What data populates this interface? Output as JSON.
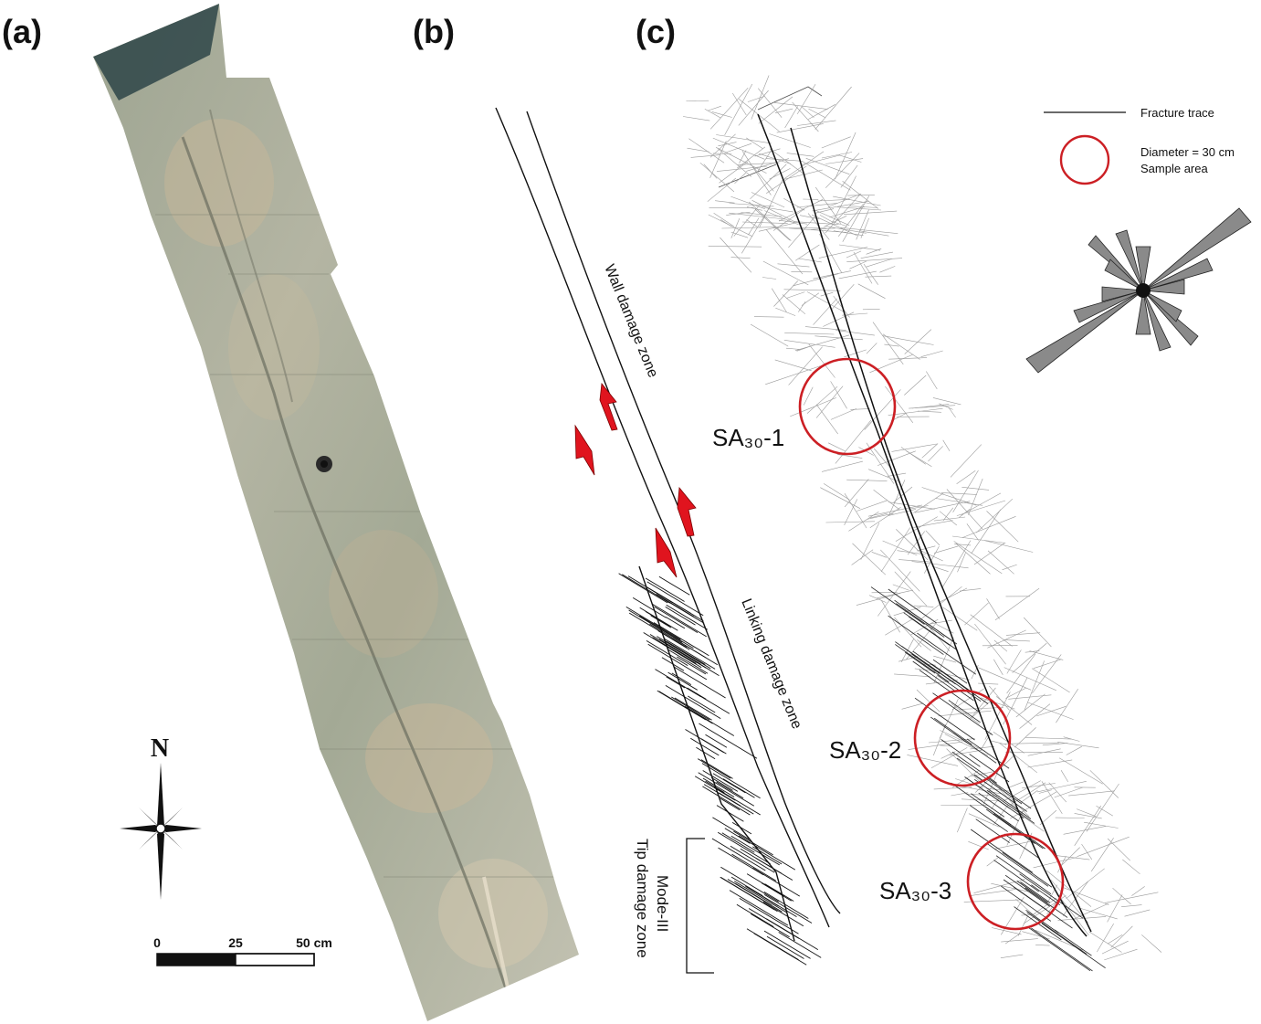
{
  "panels": {
    "a": "(a)",
    "b": "(b)",
    "c": "(c)"
  },
  "compass": {
    "north_label": "N"
  },
  "scale_bar": {
    "tick_0": "0",
    "tick_25": "25",
    "tick_50": "50 cm"
  },
  "panel_b_labels": {
    "wall": "Wall damage zone",
    "linking": "Linking damage zone",
    "mode_line1": "Mode-III",
    "mode_line2": "Tip damage zone"
  },
  "panel_c_labels": {
    "sample1": "SA₃₀-1",
    "sample2": "SA₃₀-2",
    "sample3": "SA₃₀-3"
  },
  "legend": {
    "fracture_trace": "Fracture trace",
    "diameter": "Diameter = 30 cm",
    "sample_area": "Sample area"
  },
  "colors": {
    "arrow_red": "#e0141e",
    "circle_red": "#cc1f24",
    "rose_gray": "#8a8a8a",
    "rock_base": "#a8ab98"
  }
}
